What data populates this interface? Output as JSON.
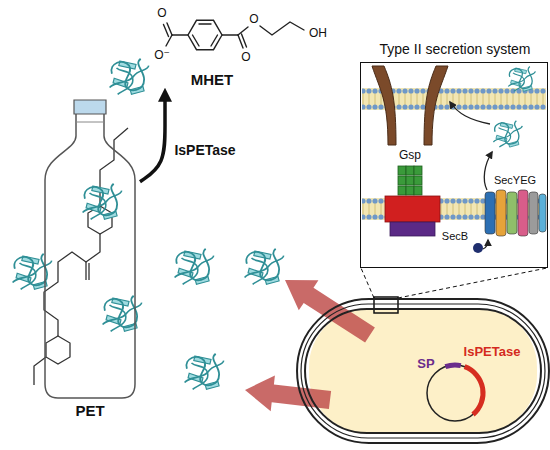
{
  "diagram": {
    "nodes": [
      {
        "text": [
          "MHET"
        ]
      },
      {
        "text": [
          "Type II secretion system"
        ]
      },
      {
        "text": [
          "PET"
        ]
      },
      {
        "text": [
          "IsPETase",
          "SP"
        ]
      }
    ],
    "edges": [
      {
        "from": 2,
        "to": 0,
        "arrow": "to",
        "label": "IsPETase"
      },
      {
        "from": 3,
        "to": 1,
        "arrow": "none"
      },
      {
        "from": 3,
        "to": 1,
        "arrow": "none"
      }
    ],
    "labels": [
      "O",
      "O⁻",
      "O",
      "O",
      "OH",
      "Gsp",
      "SecYEG",
      "SecB"
    ]
  }
}
